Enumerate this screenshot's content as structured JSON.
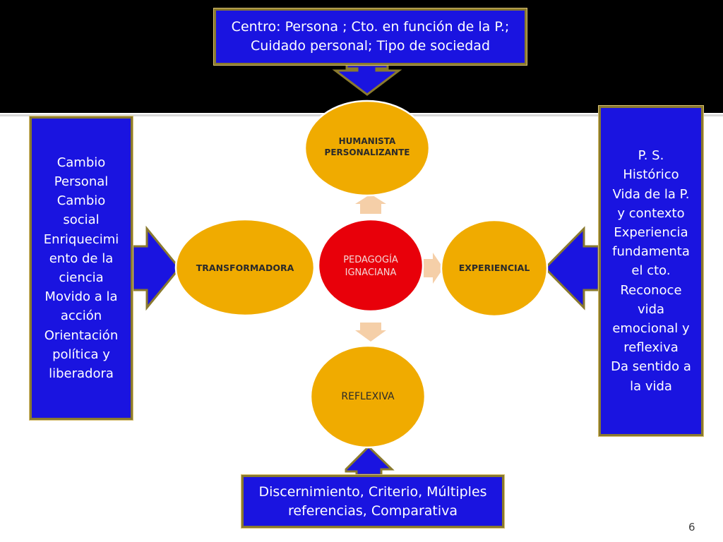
{
  "colors": {
    "box_fill": "#1a14e0",
    "box_border": "#8a7a2e",
    "circle_fill": "#f0ab00",
    "center_fill": "#e8000a",
    "connector_fill": "#f5cfa8",
    "top_band": "#000000"
  },
  "callouts": {
    "top": {
      "lines": [
        "Centro: Persona ; Cto. en función de la P.;",
        "Cuidado personal;  Tipo de sociedad"
      ]
    },
    "left": {
      "lines": [
        "Cambio",
        "Personal",
        "Cambio",
        "social",
        "Enriquecimi",
        "ento de la",
        "ciencia",
        "Movido a la",
        "acción",
        "Orientación",
        "política y",
        "liberadora"
      ]
    },
    "right": {
      "lines": [
        "P. S.",
        "Histórico",
        "Vida de la P.",
        "y contexto",
        "Experiencia",
        "fundamenta",
        "el cto.",
        "Reconoce",
        "vida",
        "emocional y",
        "reflexiva",
        "Da sentido a",
        "la vida"
      ]
    },
    "bottom": {
      "lines": [
        "Discernimiento, Criterio, Múltiples",
        "referencias, Comparativa"
      ]
    }
  },
  "nodes": {
    "center": {
      "lines": [
        "PEDAGOGÍA",
        "IGNACIANA"
      ]
    },
    "top": {
      "lines": [
        "HUMANISTA",
        "PERSONALIZANTE"
      ]
    },
    "left": {
      "label": "TRANSFORMADORA"
    },
    "right": {
      "label": "EXPERIENCIAL"
    },
    "bottom": {
      "label": "REFLEXIVA"
    }
  },
  "page_number": "6"
}
